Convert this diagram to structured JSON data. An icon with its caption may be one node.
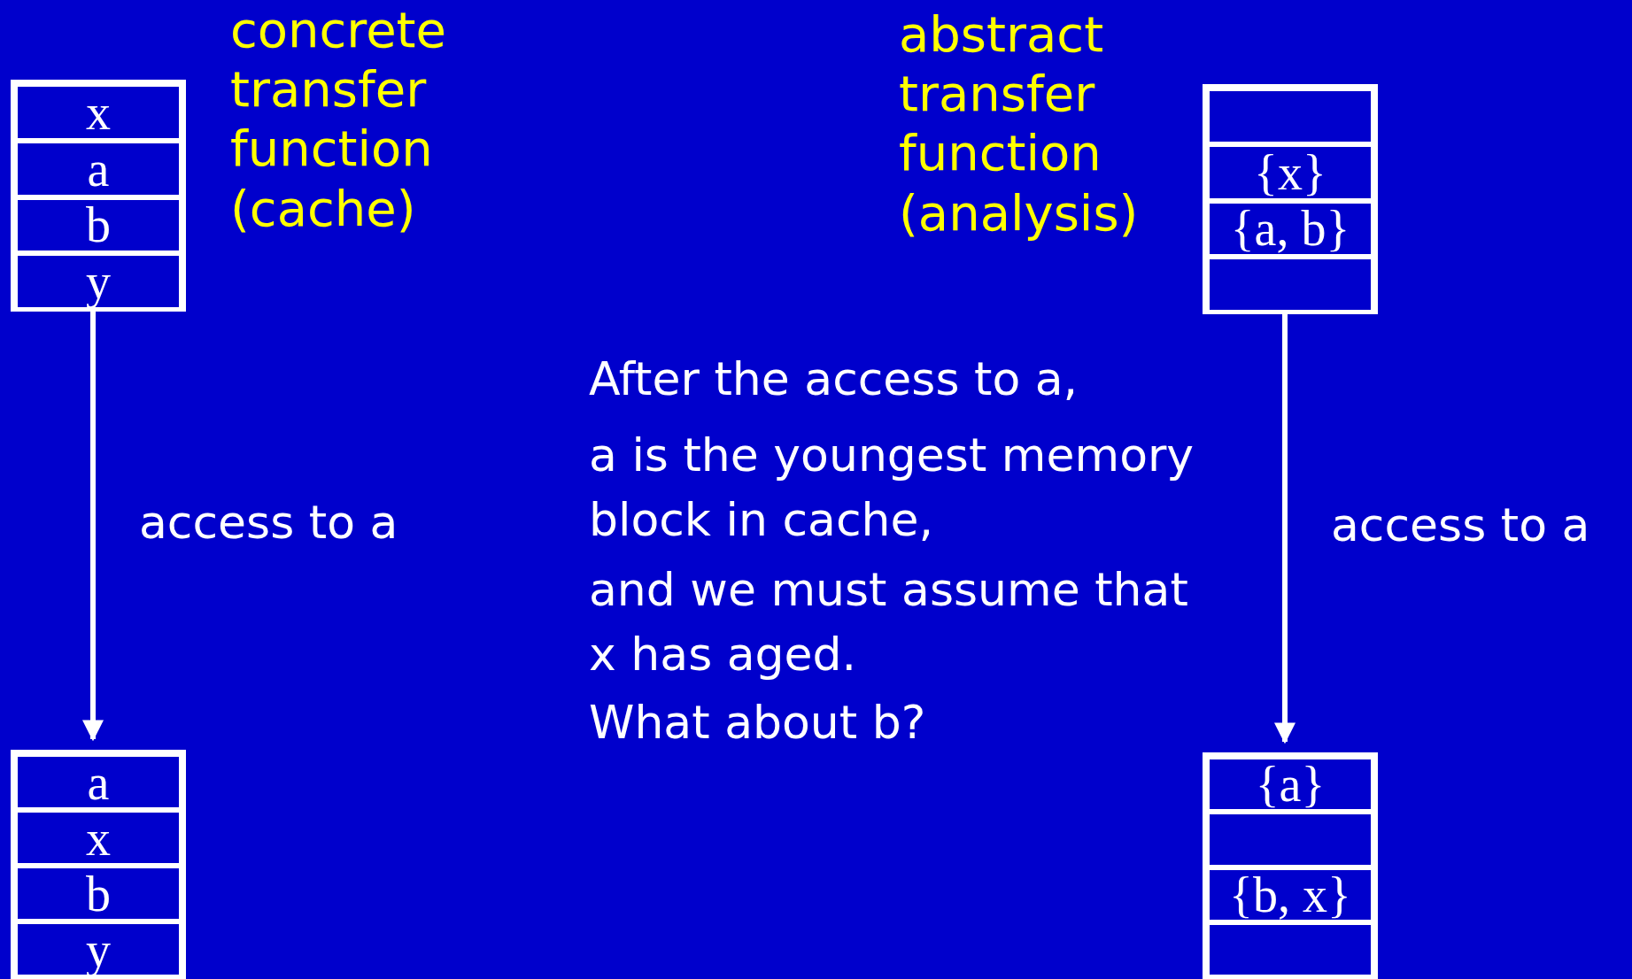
{
  "diagram": {
    "nodes": [
      {
        "text": [],
        "shape": "box"
      },
      {
        "text": [
          "x"
        ],
        "in": 0
      },
      {
        "text": [
          "a"
        ],
        "in": 0
      },
      {
        "text": [
          "b"
        ],
        "in": 0
      },
      {
        "text": [
          "y"
        ],
        "in": 0
      },
      {
        "text": [],
        "shape": "box"
      },
      {
        "text": [
          "a"
        ],
        "in": 5
      },
      {
        "text": [
          "x"
        ],
        "in": 5
      },
      {
        "text": [
          "b"
        ],
        "in": 5
      },
      {
        "text": [
          "y"
        ],
        "in": 5
      },
      {
        "text": [],
        "shape": "box"
      },
      {
        "text": [],
        "shape": "box",
        "in": 10
      },
      {
        "text": [
          "{x}"
        ],
        "in": 10
      },
      {
        "text": [
          "{a, b}"
        ],
        "in": 10
      },
      {
        "text": [],
        "shape": "box",
        "in": 10
      },
      {
        "text": [],
        "shape": "box"
      },
      {
        "text": [
          "{a}"
        ],
        "in": 15
      },
      {
        "text": [],
        "shape": "box",
        "in": 15
      },
      {
        "text": [
          "{b, x}"
        ],
        "in": 15
      },
      {
        "text": [],
        "shape": "box",
        "in": 15
      }
    ],
    "edges": [
      {
        "from": 0,
        "to": 5,
        "arrow": "to",
        "label": "access to a"
      },
      {
        "from": 10,
        "to": 15,
        "arrow": "to",
        "label": "access to a"
      }
    ],
    "labels": [
      "concrete transfer function (cache)",
      "abstract transfer function (analysis)",
      "After the access to a,",
      "a is the youngest memory block in cache,",
      "and we must assume that x has aged.",
      "What about b?"
    ]
  }
}
